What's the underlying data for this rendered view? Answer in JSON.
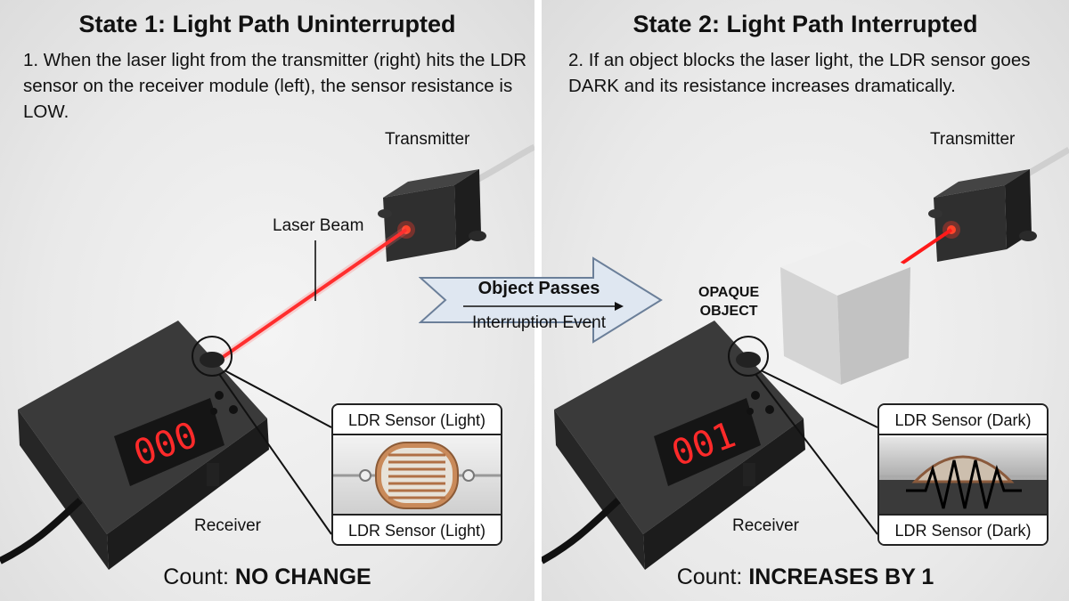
{
  "left": {
    "title": "State 1: Light Path Uninterrupted",
    "description": "1. When the laser light from the transmitter (right) hits the LDR sensor on the receiver module (left), the sensor resistance is LOW.",
    "transmitter_label": "Transmitter",
    "beam_label": "Laser Beam",
    "receiver_label": "Receiver",
    "display_value": "000",
    "inset_top_label": "LDR Sensor (Light)",
    "inset_bottom_label": "LDR Sensor (Light)",
    "count_prefix": "Count:",
    "count_value": "NO CHANGE"
  },
  "transition": {
    "primary": "Object Passes",
    "secondary": "Interruption Event"
  },
  "right": {
    "title": "State 2: Light Path Interrupted",
    "description": "2. If an object blocks the laser light, the LDR sensor goes DARK and its resistance increases dramatically.",
    "transmitter_label": "Transmitter",
    "object_label_line1": "OPAQUE",
    "object_label_line2": "OBJECT",
    "receiver_label": "Receiver",
    "display_value": "001",
    "inset_top_label": "LDR Sensor (Dark)",
    "inset_bottom_label": "LDR Sensor (Dark)",
    "count_prefix": "Count:",
    "count_value": "INCREASES BY 1"
  },
  "colors": {
    "laser": "#ff1a1a",
    "display_red": "#ff2a2a",
    "device_body": "#2b2b2b",
    "arrow_fill": "#dfe7f1",
    "ldr_light": "#c98a5a",
    "ldr_dark": "#8a5a3c"
  },
  "icons": [
    "transmitter-module-icon",
    "receiver-module-icon",
    "usb-cable-icon",
    "ldr-sensor-icon",
    "opaque-cube-icon",
    "right-arrow-icon"
  ]
}
